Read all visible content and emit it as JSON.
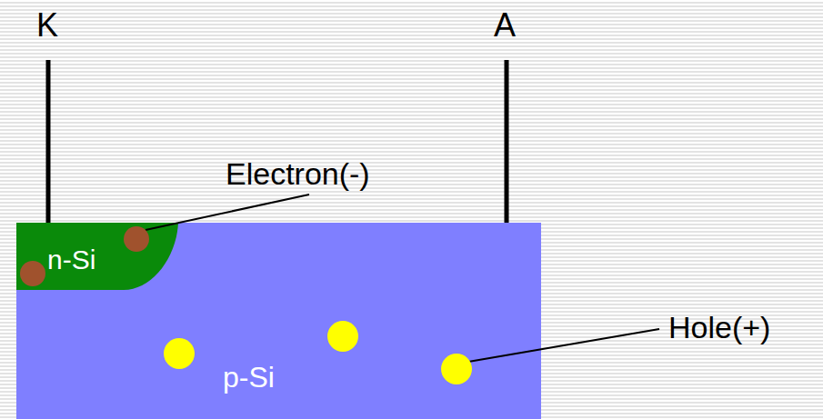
{
  "diagram": {
    "nodes": [
      {
        "text": [
          "p-Si"
        ]
      },
      {
        "text": [
          "n-Si"
        ],
        "in": 0
      }
    ],
    "labels": [
      "K",
      "A",
      "Electron(-)",
      "Hole(+)"
    ]
  }
}
